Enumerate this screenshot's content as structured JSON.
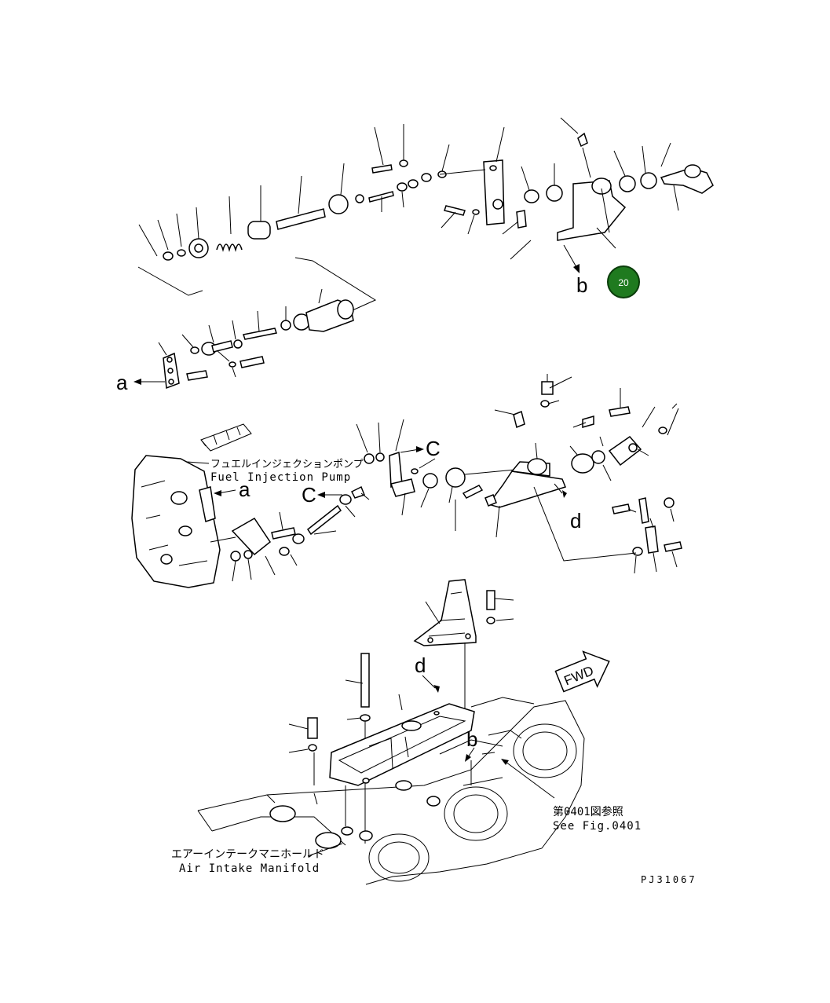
{
  "diagram": {
    "callout_letters": {
      "a1": "a",
      "a2": "a",
      "b1": "b",
      "b2": "b",
      "c1": "C",
      "c2": "C",
      "d1": "d",
      "d2": "d"
    },
    "labels": {
      "fuel_pump_jp": "フュエルインジェクションポンプ",
      "fuel_pump_en": "Fuel Injection Pump",
      "air_intake_jp": "エアーインテークマニホールド",
      "air_intake_en": "Air Intake Manifold",
      "see_fig_jp": "第0401図参照",
      "see_fig_en": "See Fig.0401",
      "fwd": "FWD",
      "drawing_no": "PJ31067"
    },
    "badge": {
      "value": "20",
      "color": "#1f7a1f"
    }
  }
}
